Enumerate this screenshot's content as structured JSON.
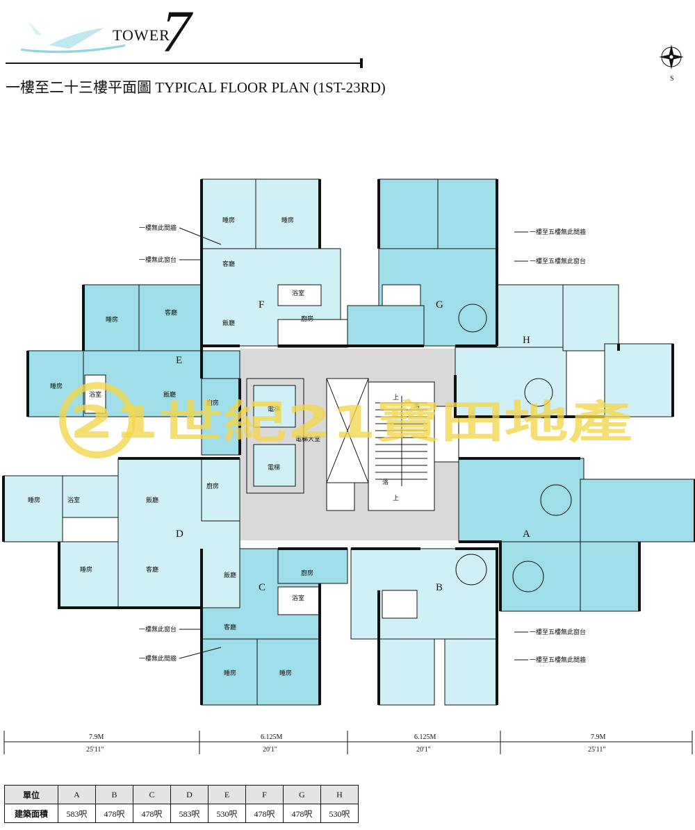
{
  "header": {
    "tower_word": "TOWER",
    "tower_number": "7",
    "plan_title": "一樓至二十三樓平面圖 TYPICAL FLOOR PLAN (1ST-23RD)",
    "compass_letter": "S"
  },
  "units": {
    "A": "A",
    "B": "B",
    "C": "C",
    "D": "D",
    "E": "E",
    "F": "F",
    "G": "G",
    "H": "H"
  },
  "rooms": {
    "bedroom": "睡房",
    "living": "客廳",
    "dining": "飯廳",
    "bathroom": "浴室",
    "kitchen": "廚房",
    "lift": "電梯",
    "lift_lobby": "電梯大堂",
    "stair_up": "上",
    "stair_down": "落"
  },
  "notes": {
    "f_no_partition": "一樓無此間牆",
    "f_no_bay": "一樓無此窗台",
    "g_no_partition": "一樓至五樓無此間牆",
    "g_no_bay": "一樓至五樓無此窗台",
    "c_no_bay": "一樓無此窗台",
    "c_no_partition": "一樓無此間牆",
    "b_no_bay": "一樓至五樓無此窗台",
    "b_no_partition": "一樓至五樓無此間牆"
  },
  "watermark": "21世紀21寶田地產",
  "dimensions": [
    {
      "metric": "7.9M",
      "imperial": "25'11\""
    },
    {
      "metric": "6.125M",
      "imperial": "20'1\""
    },
    {
      "metric": "6.125M",
      "imperial": "20'1\""
    },
    {
      "metric": "7.9M",
      "imperial": "25'11\""
    }
  ],
  "area_table": {
    "row_headers": [
      "單位",
      "建築面積"
    ],
    "units": [
      "A",
      "B",
      "C",
      "D",
      "E",
      "F",
      "G",
      "H"
    ],
    "areas": [
      "583呎",
      "478呎",
      "478呎",
      "583呎",
      "530呎",
      "478呎",
      "478呎",
      "530呎"
    ]
  },
  "colors": {
    "light_unit": "#cff1f6",
    "dark_unit": "#9fdde8",
    "core": "#d9d9d9",
    "wall": "#111111",
    "watermark": "#f4d64a"
  }
}
